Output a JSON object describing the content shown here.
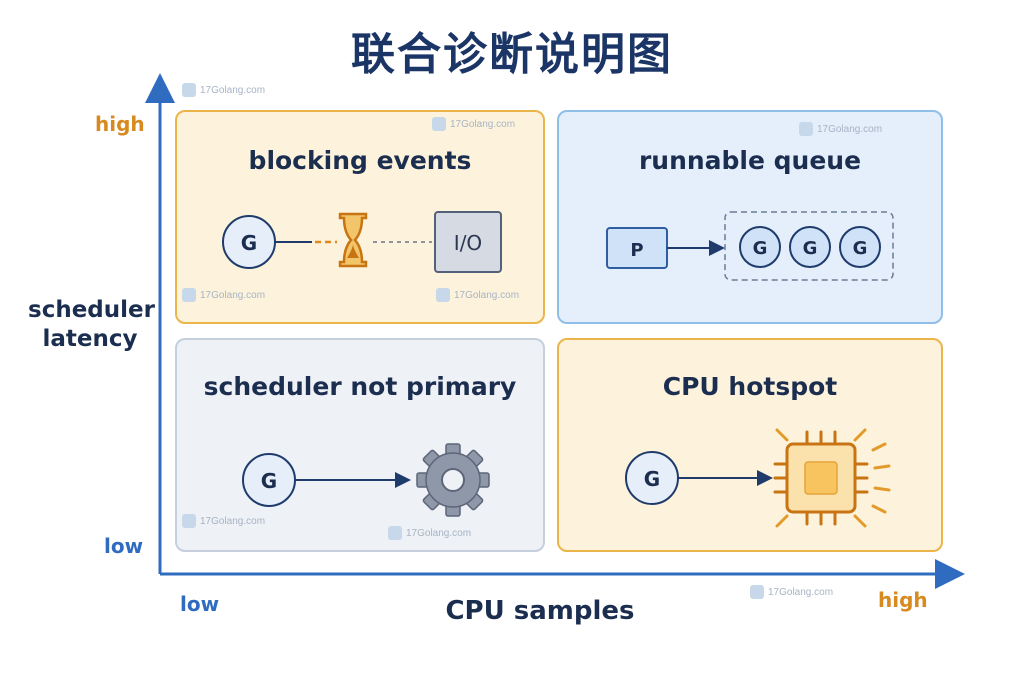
{
  "title": "联合诊断说明图",
  "axes": {
    "y_label_line1": "scheduler",
    "y_label_line2": "latency",
    "y_high": "high",
    "y_low": "low",
    "x_label": "CPU samples",
    "x_low": "low",
    "x_high": "high"
  },
  "quadrants": {
    "top_left": {
      "title": "blocking events",
      "node_g": "G",
      "node_io": "I/O"
    },
    "top_right": {
      "title": "runnable queue",
      "node_p": "P",
      "queue": [
        "G",
        "G",
        "G"
      ]
    },
    "bottom_left": {
      "title": "scheduler not primary",
      "node_g": "G"
    },
    "bottom_right": {
      "title": "CPU hotspot",
      "node_g": "G"
    }
  },
  "watermark": "17Golang.com",
  "colors": {
    "title": "#1b3566",
    "axis": "#2f6cc0",
    "high_label": "#d98a1f",
    "low_label": "#2f6cc0",
    "yellow_fill": "#fdf3dc",
    "yellow_border": "#ebb54a",
    "blue_fill": "#e4effb",
    "blue_border": "#8fbfe9",
    "grey_fill": "#eef1f6",
    "grey_border": "#c6cfdc",
    "node_fill": "#e6eefa",
    "node_stroke": "#1f3b6b",
    "accent_orange": "#e08a1e"
  }
}
